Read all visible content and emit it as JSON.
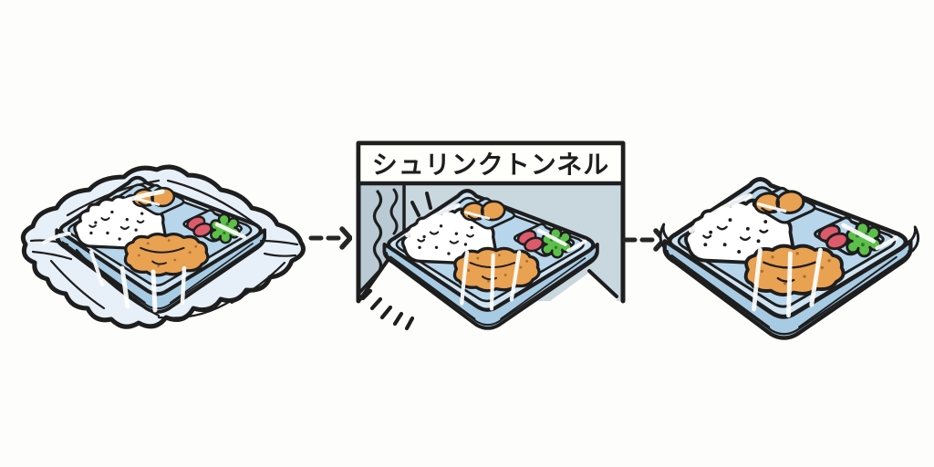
{
  "diagram": {
    "tunnel_sign_label": "シュリンクトンネル",
    "stages": [
      {
        "name": "film-covered-bento"
      },
      {
        "name": "shrink-tunnel"
      },
      {
        "name": "shrink-wrapped-bento"
      }
    ],
    "arrow_count": 2
  },
  "colors": {
    "background": "#fdfdfc",
    "outline": "#1e1e1e",
    "arrow": "#262626",
    "highlight": "#ffffff",
    "film": "#e7f0f8",
    "tray_light": "#cfe4f2",
    "tray_mid": "#b7d6ec",
    "tray_side": "#a8cbe4",
    "rice": "#ffffff",
    "karaage": "#e9a152",
    "karaage_dark": "#8a5a22",
    "sausage": "#dd5a6b",
    "broccoli": "#5cbf4a",
    "broccoli_dark": "#2f7d2b",
    "wall": "#c9d7df",
    "wall_dark": "#b9cad4",
    "sign_bg": "#fefefb"
  }
}
